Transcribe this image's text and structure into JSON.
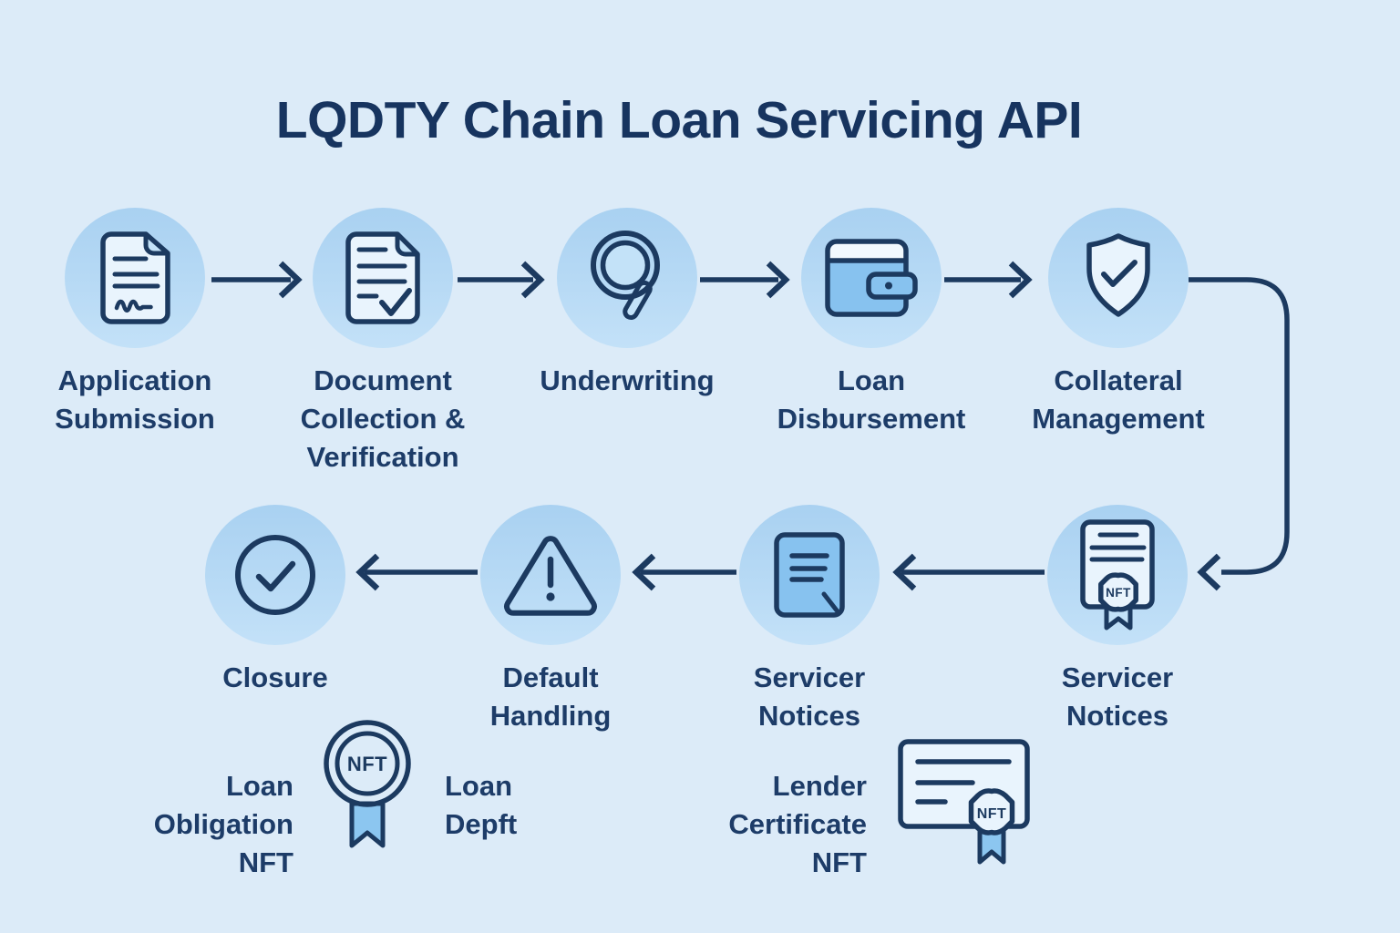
{
  "title": "LQDTY Chain Loan Servicing API",
  "flow": {
    "row1": [
      {
        "label": "Application\nSubmission",
        "icon": "document-signature-icon"
      },
      {
        "label": "Document\nCollection &\nVerification",
        "icon": "document-check-icon"
      },
      {
        "label": "Underwriting",
        "icon": "magnifier-icon"
      },
      {
        "label": "Loan\nDisbursement",
        "icon": "wallet-icon"
      },
      {
        "label": "Collateral\nManagement",
        "icon": "shield-check-icon"
      }
    ],
    "row2": [
      {
        "label": "Servicer\nNotices",
        "icon": "nft-certificate-document-icon",
        "badge_text": "NFT"
      },
      {
        "label": "Servicer\nNotices",
        "icon": "note-document-icon"
      },
      {
        "label": "Default\nHandling",
        "icon": "warning-triangle-icon"
      },
      {
        "label": "Closure",
        "icon": "circle-check-icon"
      }
    ]
  },
  "legend": {
    "loan_obligation": {
      "label": "Loan\nObligation\nNFT"
    },
    "medal_badge_text": "NFT",
    "loan_depft": {
      "label": "Loan\nDepft"
    },
    "lender_certificate": {
      "label": "Lender\nCertificate\nNFT"
    },
    "certificate_badge_text": "NFT"
  },
  "colors": {
    "background": "#dcebf8",
    "bubble_top": "#a9d1f1",
    "bubble_bottom": "#c3e1f8",
    "navy": "#1c3a60",
    "text": "#1d3c68",
    "title_text": "#17345f",
    "fill_light": "#e9f4fd",
    "fill_medium": "#87c2ef",
    "fill_fold": "#c3e2f8",
    "fill_ribbon": "#8cc6f0",
    "fill_medal_ring": "#a5d2f3",
    "fill_medal_inner": "#cfe9fc"
  }
}
